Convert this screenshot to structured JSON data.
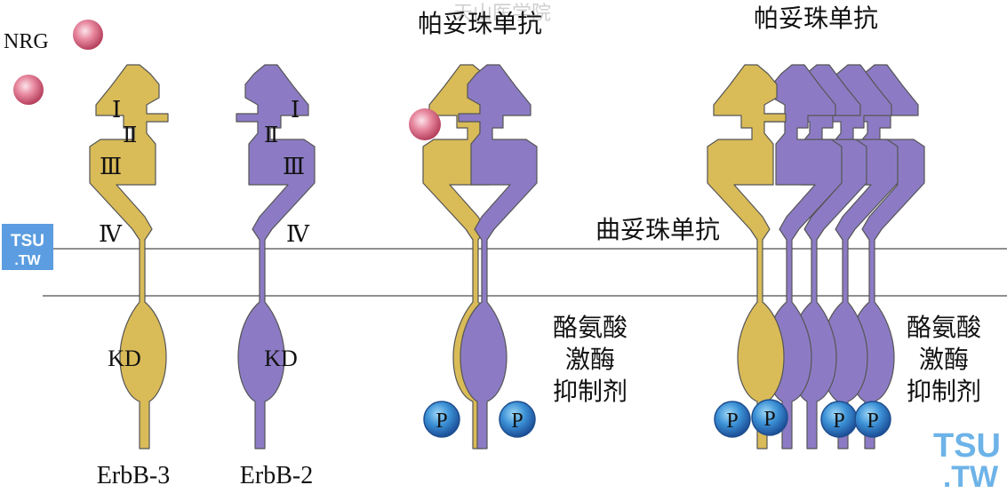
{
  "watermark": {
    "text": "天山医学院"
  },
  "logos": [
    {
      "line1": "TSU",
      "line2": ".TW"
    },
    {
      "line1": "TSU",
      "line2": ".TW"
    }
  ],
  "ligand": {
    "label": "NRG"
  },
  "domains": {
    "i": "Ⅰ",
    "ii": "Ⅱ",
    "iii": "Ⅲ",
    "iv": "Ⅳ",
    "kd": "KD"
  },
  "receptors": [
    {
      "name": "ErbB-3",
      "color": "#D9BB58"
    },
    {
      "name": "ErbB-2",
      "color": "#8C7BC4"
    }
  ],
  "drugs": {
    "pertuzumab_1": "帕妥珠单抗",
    "pertuzumab_2": "帕妥珠单抗",
    "trastuzumab": "曲妥珠单抗",
    "tki_1": [
      "酪氨酸",
      "激酶",
      "抑制剂"
    ],
    "tki_2": [
      "酪氨酸",
      "激酶",
      "抑制剂"
    ]
  },
  "phospho": {
    "label": "P"
  },
  "colors": {
    "erbb3": "#D9BB58",
    "erbb2": "#8C7BC4",
    "nrg": "#D0506A",
    "phospho": "#2A7AC0",
    "outline": "#555555"
  }
}
